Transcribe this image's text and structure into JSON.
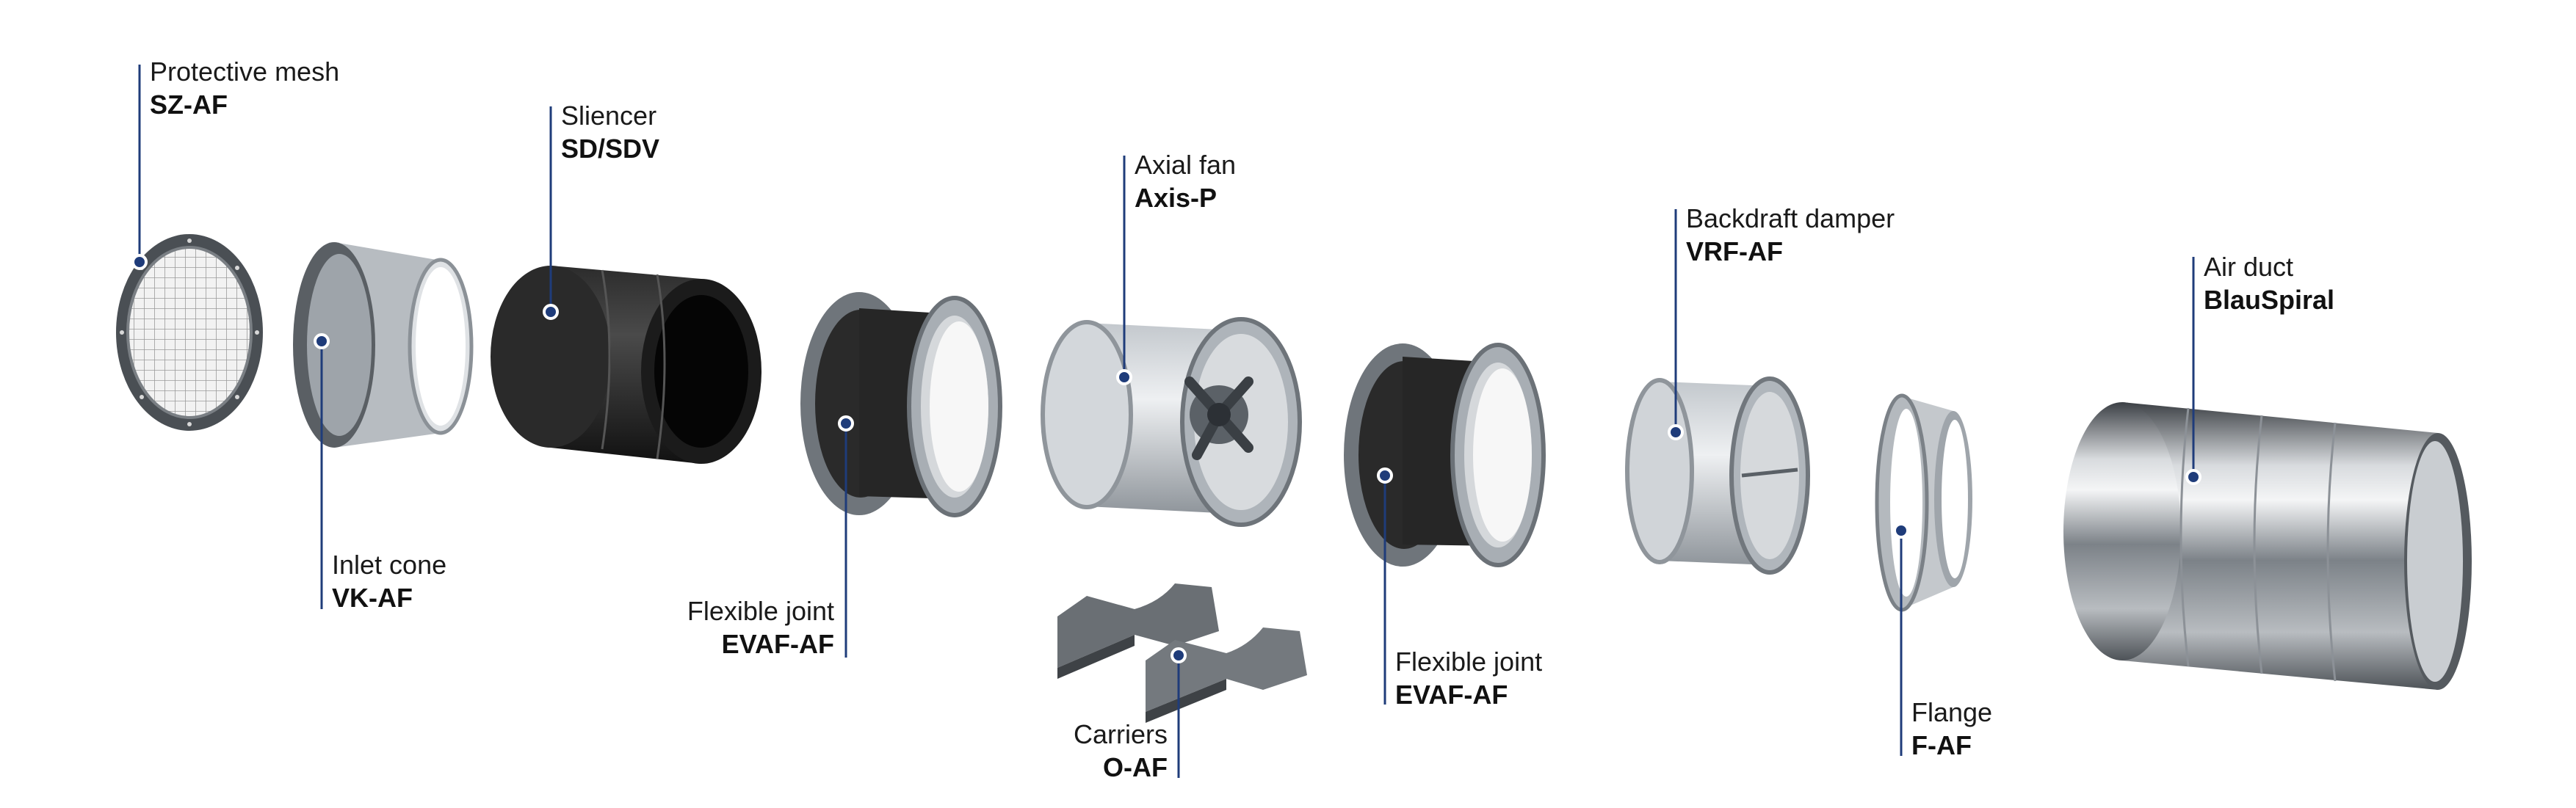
{
  "components": [
    {
      "id": "protective-mesh",
      "name": "Protective mesh",
      "code": "SZ-AF"
    },
    {
      "id": "inlet-cone",
      "name": "Inlet cone",
      "code": "VK-AF"
    },
    {
      "id": "silencer",
      "name": "Sliencer",
      "code": "SD/SDV"
    },
    {
      "id": "flexible-joint-1",
      "name": "Flexible joint",
      "code": "EVAF-AF"
    },
    {
      "id": "axial-fan",
      "name": "Axial fan",
      "code": "Axis-P"
    },
    {
      "id": "carriers",
      "name": "Carriers",
      "code": "O-AF"
    },
    {
      "id": "flexible-joint-2",
      "name": "Flexible joint",
      "code": "EVAF-AF"
    },
    {
      "id": "backdraft-damper",
      "name": "Backdraft damper",
      "code": "VRF-AF"
    },
    {
      "id": "flange",
      "name": "Flange",
      "code": "F-AF"
    },
    {
      "id": "air-duct",
      "name": "Air duct",
      "code": "BlauSpiral"
    }
  ],
  "colors": {
    "leader": "#1f3c7a",
    "metal_light": "#d9dde1",
    "metal_mid": "#a7adb3",
    "metal_dark": "#5f656b",
    "liner_black": "#1e1e1e"
  }
}
